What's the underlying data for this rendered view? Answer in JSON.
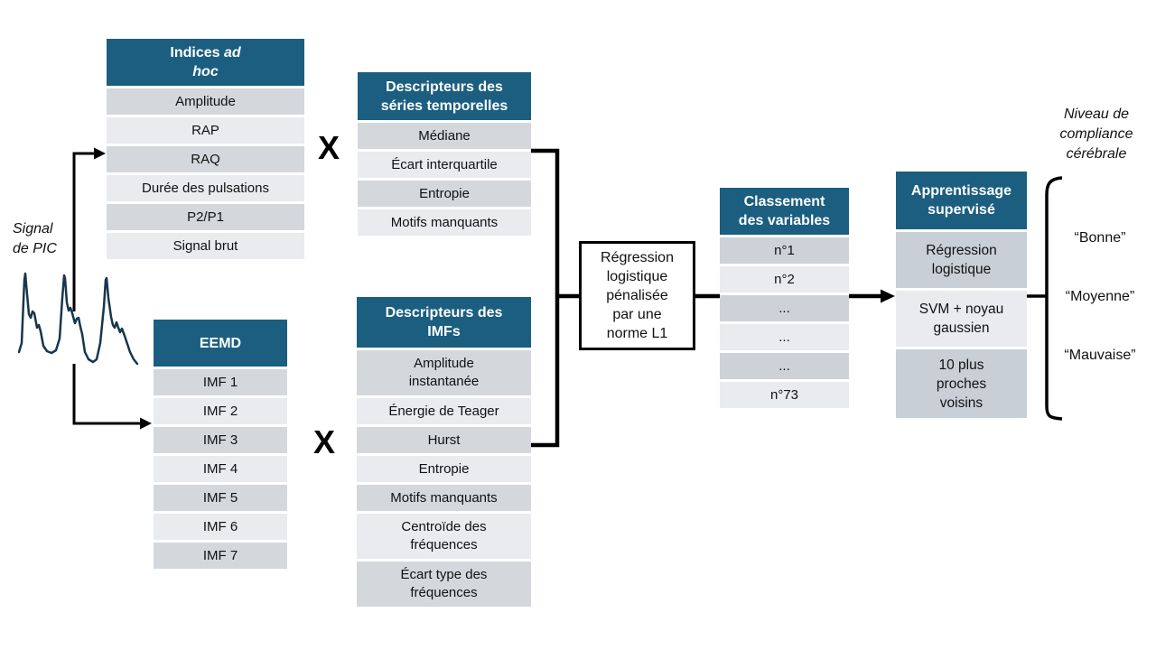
{
  "signal_label": "Signal\nde PIC",
  "multiply_symbol": "X",
  "niveau_label": "Niveau de\ncompliance\ncérébrale",
  "outputs": [
    "“Bonne”",
    "“Moyenne”",
    "“Mauvaise”"
  ],
  "center_box_text": "Régression\nlogistique\npénalisée\npar une\nnorme L1",
  "tables": {
    "indices": {
      "header_regular": "Indices ",
      "header_italic": "ad hoc",
      "rows": [
        "Amplitude",
        "RAP",
        "RAQ",
        "Durée des pulsations",
        "P2/P1",
        "Signal brut"
      ]
    },
    "series": {
      "header": "Descripteurs des\nséries temporelles",
      "rows": [
        "Médiane",
        "Écart interquartile",
        "Entropie",
        "Motifs manquants"
      ]
    },
    "eemd": {
      "header": "EEMD",
      "rows": [
        "IMF 1",
        "IMF 2",
        "IMF 3",
        "IMF 4",
        "IMF 5",
        "IMF 6",
        "IMF 7"
      ]
    },
    "imfs": {
      "header": "Descripteurs des\nIMFs",
      "rows": [
        "Amplitude\ninstantanée",
        "Énergie de Teager",
        "Hurst",
        "Entropie",
        "Motifs manquants",
        "Centroïde des\nfréquences",
        "Écart type des\nfréquences"
      ]
    },
    "classement": {
      "header": "Classement\ndes variables",
      "rows": [
        "n°1",
        "n°2",
        "...",
        "...",
        "...",
        "n°73"
      ]
    },
    "apprentissage": {
      "header": "Apprentissage\nsupervisé",
      "rows": [
        "Régression\nlogistique",
        "SVM + noyau\ngaussien",
        "10 plus\nproches\nvoisins"
      ]
    }
  },
  "colors": {
    "header_bg": "#1B5E80",
    "header_text": "#FFFFFF",
    "row_dark": "#D4D8DD",
    "row_light": "#E9EBEE",
    "row_dark_c": "#CDD2D9",
    "row_dark_a": "#C9CFD7",
    "signal": "#17364C",
    "connector": "#000000"
  }
}
